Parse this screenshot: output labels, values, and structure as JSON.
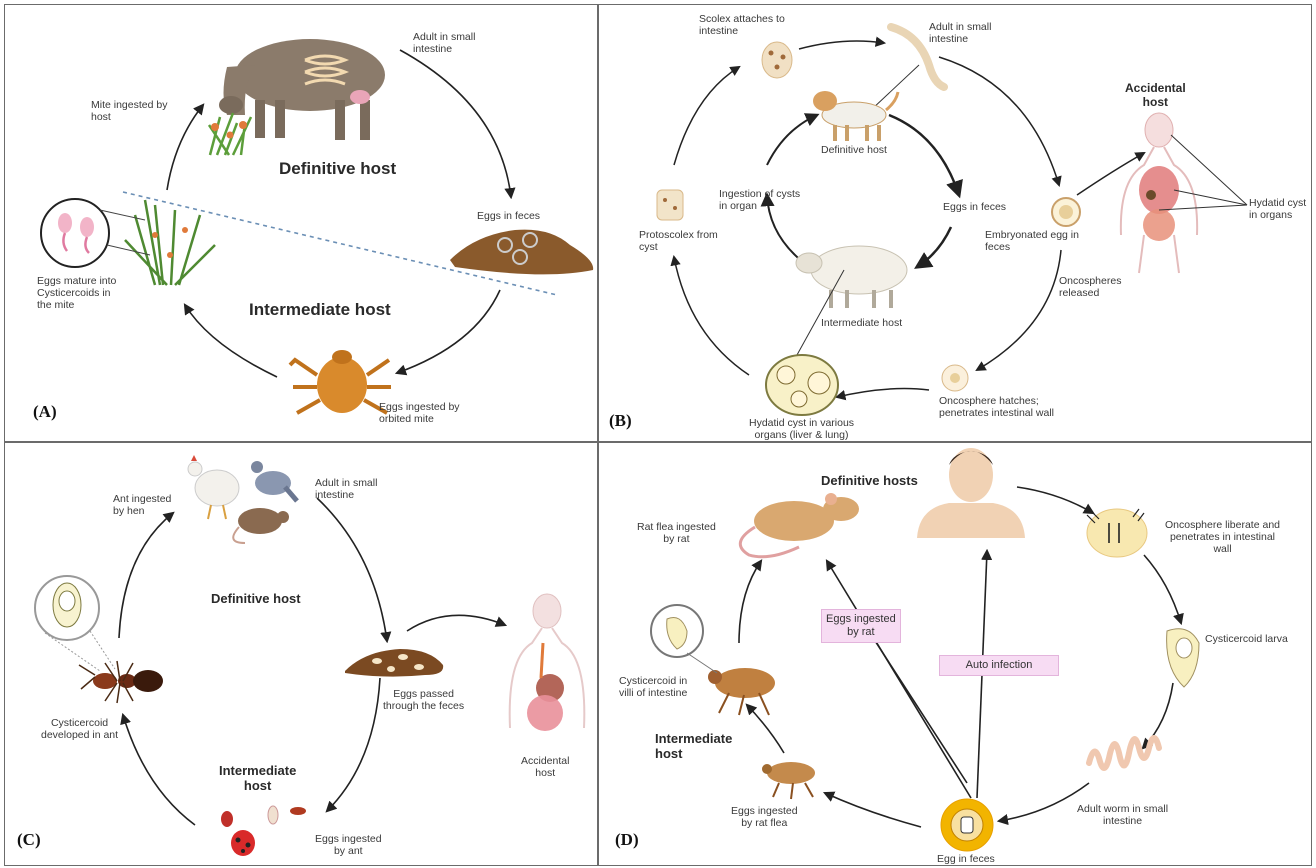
{
  "panel_a": {
    "label": "(A)",
    "definitive": "Definitive  host",
    "intermediate": "Intermediate host",
    "adult": "Adult in small\nintestine",
    "eggs_feces": "Eggs in feces",
    "eggs_ingested": "Eggs ingested by\norbited  mite",
    "mature": "Eggs mature into\nCysticercoids in\nthe mite",
    "mite_ingested": "Mite ingested by\nhost"
  },
  "panel_b": {
    "label": "(B)",
    "scolex": "Scolex attaches to\nintestine",
    "adult": "Adult in small\nintestine",
    "accidental": "Accidental\nhost",
    "definitive": "Definitive host",
    "ingestion": "Ingestion of cysts\nin organ",
    "eggs_feces": "Eggs in feces",
    "protoscolex": "Protoscolex from\ncyst",
    "embryonated": "Embryonated egg in\nfeces",
    "hydatid_organs": "Hydatid cyst\nin organs",
    "oncospheres": "Oncospheres\nreleased",
    "intermediate": "Intermediate host",
    "onco_hatches": "Oncosphere hatches;\npenetrates intestinal wall",
    "hydatid_various": "Hydatid cyst in various\norgans (liver & lung)"
  },
  "panel_c": {
    "label": "(C)",
    "ant_hen": "Ant ingested\nby hen",
    "adult": "Adult in small\nintestine",
    "definitive": "Definitive host",
    "eggs_passed": "Eggs passed\nthrough the feces",
    "accidental": "Accidental\nhost",
    "cysticercoid": "Cysticercoid\ndeveloped in ant",
    "intermediate": "Intermediate\nhost",
    "eggs_ant": "Eggs ingested\nby ant"
  },
  "panel_d": {
    "label": "(D)",
    "definitive": "Definitive hosts",
    "rat_flea_rat": "Rat flea ingested\nby rat",
    "oncosphere": "Oncosphere liberate and\npenetrates in intestinal\nwall",
    "eggs_rat": "Eggs ingested\nby rat",
    "cysticercoid_larva": "Cysticercoid larva",
    "auto": "Auto infection",
    "cyst_villi": "Cysticercoid in\nvilli of intestine",
    "intermediate": "Intermediate\nhost",
    "adult_worm": "Adult worm in small\nintestine",
    "eggs_flea": "Eggs ingested\nby rat flea",
    "egg_feces": "Egg in feces"
  }
}
